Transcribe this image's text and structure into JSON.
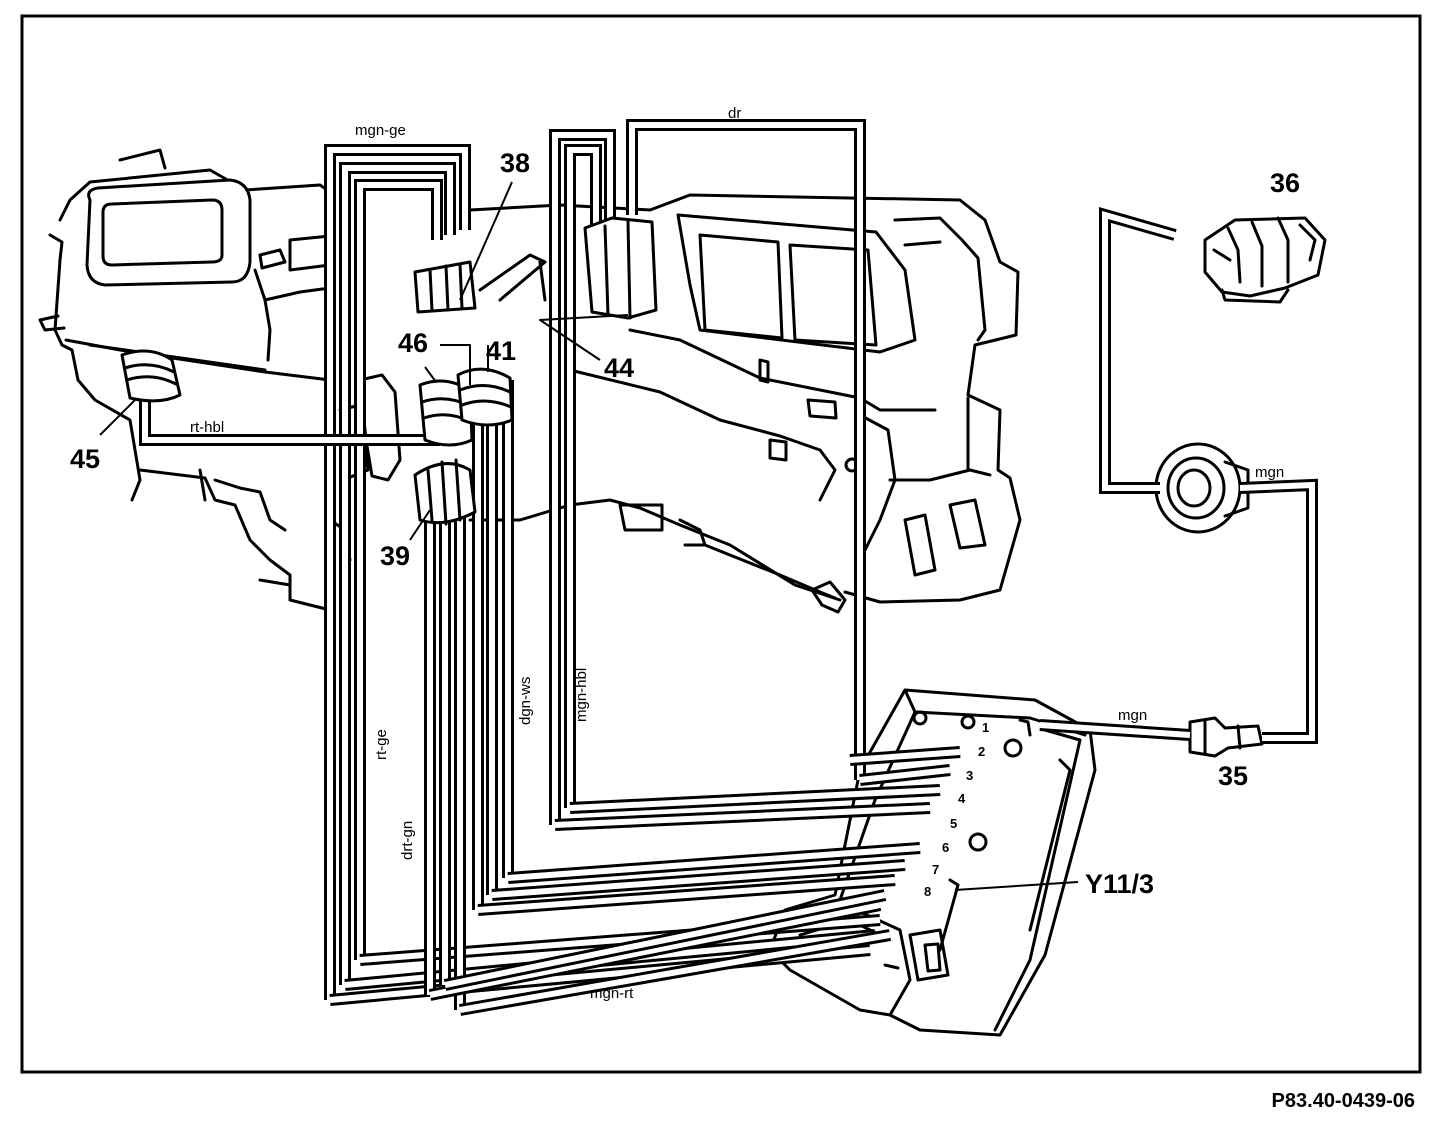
{
  "components": {
    "c35": "35",
    "c36": "36",
    "c38": "38",
    "c39": "39",
    "c41": "41",
    "c44": "44",
    "c45": "45",
    "c46": "46",
    "y11_3": "Y11/3"
  },
  "wires": {
    "mgn_ge": "mgn-ge",
    "dr": "dr",
    "rt_hbl": "rt-hbl",
    "mgn_top": "mgn",
    "mgn_bottom": "mgn",
    "mgn_hbl": "mgn-hbl",
    "dgn_ws": "dgn-ws",
    "rt_ge": "rt-ge",
    "drt_gn": "drt-gn",
    "mgn_rt": "mgn-rt"
  },
  "pins": [
    "1",
    "2",
    "3",
    "4",
    "5",
    "6",
    "7",
    "8"
  ],
  "reference": "P83.40-0439-06"
}
